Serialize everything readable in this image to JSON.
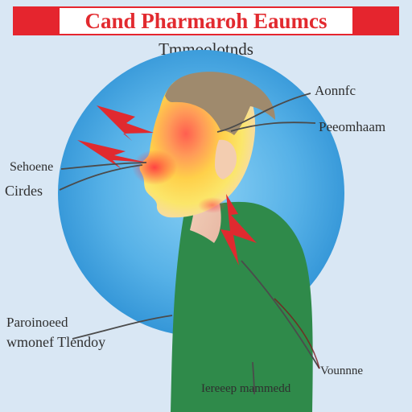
{
  "title": "Cand Pharmaroh Eaumcs",
  "subtitle": "Tmmoolotnds",
  "labels": {
    "top_right": "Aonnfc",
    "right": "Peeomhaam",
    "left_top": "Sehoene",
    "left_bottom": "Cirdes",
    "bottom_left_line1": "Paroinoeed",
    "bottom_left_line2": "wmonef Tlendoy",
    "bottom_right": "Vounnne",
    "bottom_center": "Iereeep mammedd"
  },
  "icons": {
    "pain_bolt": "lightning-bolt-icon"
  },
  "colors": {
    "background": "#d9e7f4",
    "banner": "#e5252e",
    "title_text": "#e22a2f",
    "circle_outer": "#2a8ed3",
    "circle_inner": "#77c4ee",
    "shirt": "#2f8a4a",
    "hair": "#9f8a6d",
    "skin": "#f5cfb0",
    "bolt": "#e02a2f"
  }
}
